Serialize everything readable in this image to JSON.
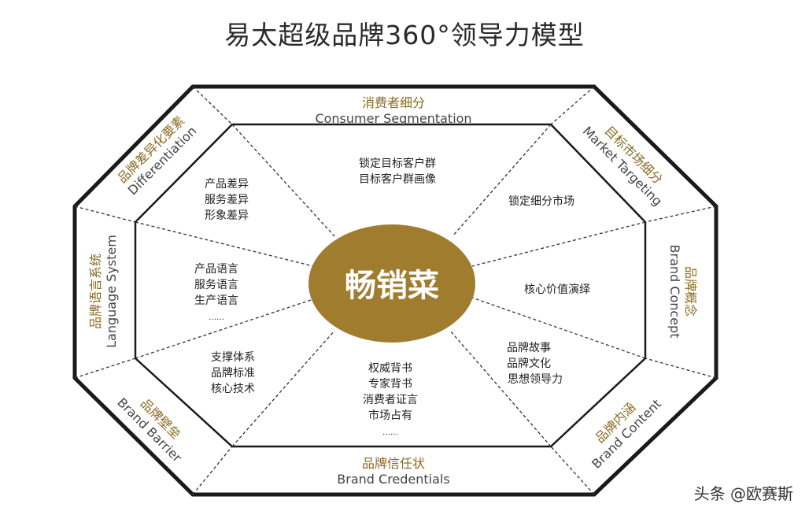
{
  "title": "易太超级品牌360°领导力模型",
  "center": "畅销菜",
  "colors": {
    "accent": "#9c7a2c",
    "outline": "#1a1a1a",
    "text": "#222222",
    "center_fill": "#a07c2e",
    "center_text": "#ffffff"
  },
  "sections": [
    {
      "id": "top",
      "cn": "消费者细分",
      "en": "Consumer Segmentation",
      "items": [
        "锁定目标客户群",
        "目标客户群画像"
      ]
    },
    {
      "id": "top-right",
      "cn": "目标市场细分",
      "en": "Market Targeting",
      "items": [
        "锁定细分市场"
      ]
    },
    {
      "id": "right",
      "cn": "品牌概念",
      "en": "Brand Concept",
      "items": [
        "核心价值演绎"
      ]
    },
    {
      "id": "bottom-right",
      "cn": "品牌内涵",
      "en": "Brand Content",
      "items": [
        "品牌故事",
        "品牌文化",
        "思想领导力"
      ]
    },
    {
      "id": "bottom",
      "cn": "品牌信任状",
      "en": "Brand Credentials",
      "items": [
        "权威背书",
        "专家背书",
        "消费者证言",
        "市场占有",
        "……"
      ]
    },
    {
      "id": "bottom-left",
      "cn": "品牌壁垒",
      "en": "Brand Barrier",
      "items": [
        "支撑体系",
        "品牌标准",
        "核心技术"
      ]
    },
    {
      "id": "left",
      "cn": "品牌语言系统",
      "en": "Language System",
      "items": [
        "产品语言",
        "服务语言",
        "生产语言",
        "……"
      ]
    },
    {
      "id": "top-left",
      "cn": "品牌差异化要素",
      "en": "Differentiation",
      "items": [
        "产品差异",
        "服务差异",
        "形象差异"
      ]
    }
  ],
  "watermark": "头条 @欧赛斯"
}
